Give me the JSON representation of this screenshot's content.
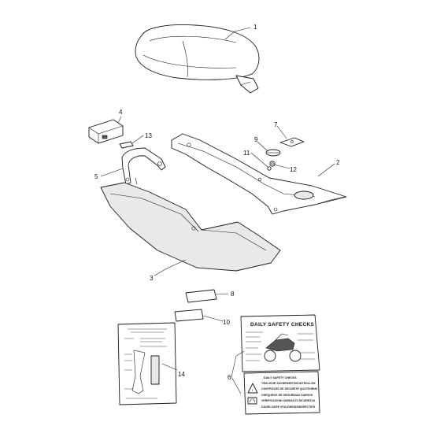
{
  "callouts": {
    "c1": "1",
    "c2": "2",
    "c3": "3",
    "c4": "4",
    "c5": "5",
    "c6": "6",
    "c7": "7",
    "c8": "8",
    "c9": "9",
    "c10": "10",
    "c11": "11",
    "c12": "12",
    "c13": "13",
    "c14": "14"
  },
  "labels": {
    "daily_safety_main": "DAILY SAFETY CHECKS",
    "multi": [
      "DAILY SAFETY CHECKS",
      "TÄGLICHE SICHERHEITSKONTROLLEN",
      "CONTROLES DE SECURITE QUOTIDIENS",
      "CHEQUEOS DE SEGURIDAD DIARIOS",
      "VERIFICAZIONI DIARIAS DI SICUREZZA",
      "DAGELIJKSE VEILIGHEIDSINSPECTIES"
    ]
  },
  "colors": {
    "line": "#1a1a1a",
    "paper": "#ffffff"
  }
}
